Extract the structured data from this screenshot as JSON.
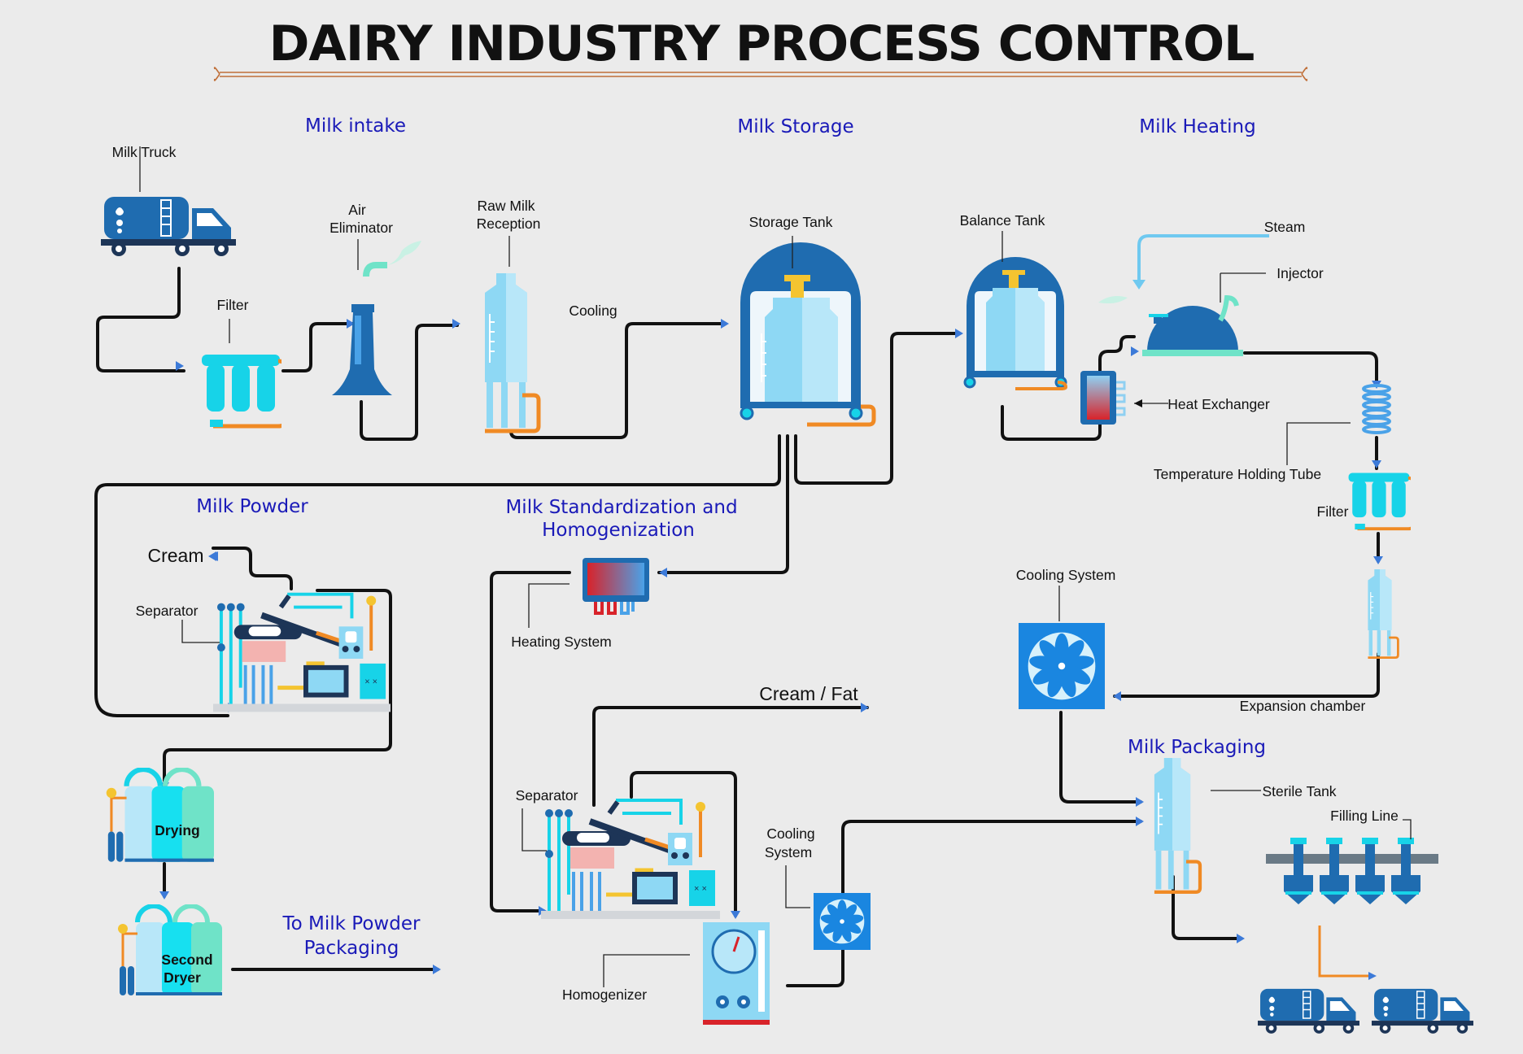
{
  "title": "DAIRY INDUSTRY PROCESS CONTROL",
  "sections": {
    "milk_intake": "Milk intake",
    "milk_storage": "Milk Storage",
    "milk_heating": "Milk Heating",
    "milk_powder": "Milk Powder",
    "standardization_line1": "Milk Standardization and",
    "standardization_line2": "Homogenization",
    "milk_packaging": "Milk Packaging",
    "to_powder_line1": "To Milk Powder",
    "to_powder_line2": "Packaging"
  },
  "labels": {
    "milk_truck": "Milk Truck",
    "filter_1": "Filter",
    "air_eliminator_line1": "Air",
    "air_eliminator_line2": "Eliminator",
    "raw_milk_line1": "Raw Milk",
    "raw_milk_line2": "Reception",
    "cooling": "Cooling",
    "storage_tank": "Storage Tank",
    "balance_tank": "Balance Tank",
    "steam": "Steam",
    "injector": "Injector",
    "heat_exchanger": "Heat Exchanger",
    "temperature_holding_tube": "Temperature Holding Tube",
    "filter_2": "Filter",
    "cream": "Cream",
    "separator_1": "Separator",
    "heating_system": "Heating System",
    "cooling_system_1": "Cooling System",
    "expansion_chamber": "Expansion chamber",
    "cream_fat": "Cream / Fat",
    "separator_2": "Separator",
    "cooling_system_2_line1": "Cooling",
    "cooling_system_2_line2": "System",
    "homogenizer": "Homogenizer",
    "drying": "Drying",
    "second_dryer_line1": "Second",
    "second_dryer_line2": "Dryer",
    "sterile_tank": "Sterile Tank",
    "filling_line": "Filling Line"
  },
  "colors": {
    "title": "#111111",
    "section": "#1a1ab8",
    "pipe": "#111111",
    "arrow": "#3c7ad8",
    "tank_light": "#9fe0f7",
    "tank_dark": "#1f6cb0",
    "accent_orange": "#f08a24",
    "cyan": "#17d3e8",
    "mint": "#6fe3c8",
    "red": "#d8232a"
  },
  "icons": [
    "milk-truck-icon",
    "filter-icon",
    "air-eliminator-icon",
    "raw-milk-tank-icon",
    "storage-tank-icon",
    "balance-tank-icon",
    "injector-icon",
    "heat-exchanger-icon",
    "holding-tube-icon",
    "expansion-chamber-icon",
    "fan-icon",
    "separator-machine-icon",
    "heating-system-icon",
    "homogenizer-icon",
    "dryer-icon",
    "sterile-tank-icon",
    "filling-line-icon"
  ]
}
